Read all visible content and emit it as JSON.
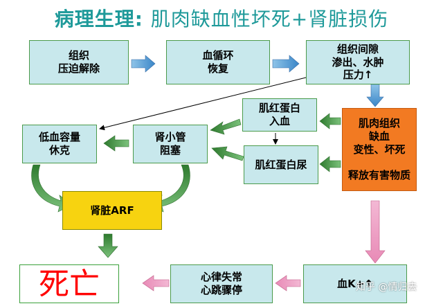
{
  "title": {
    "main": "病理生理:",
    "sub": "肌肉缺血性坏死+肾脏损伤"
  },
  "nodes": {
    "tissue_release": "组织\n压迫解除",
    "circulation": "血循环\n恢复",
    "interstitial": "组织间隙\n渗出、水肿\n压力↑",
    "myoglobin_blood": "肌红蛋白\n入血",
    "myoglobinuria": "肌红蛋白尿",
    "muscle_ischemia": "肌肉组织\n缺血\n变性、坏死\n\n释放有害物质",
    "tubule": "肾小管\n阻塞",
    "hypovolemia": "低血容量\n休克",
    "arf": "肾脏ARF",
    "death": "死亡",
    "arrhythmia": "心律失常\n心跳骤停",
    "potassium": "血K+↑"
  },
  "watermark": "知乎 @情归去",
  "colors": {
    "title": "#1f9a9a",
    "box_light": "#c8e8ec",
    "box_orange": "#f27a22",
    "box_yellow": "#f7d310",
    "death_text": "#ff0000"
  }
}
